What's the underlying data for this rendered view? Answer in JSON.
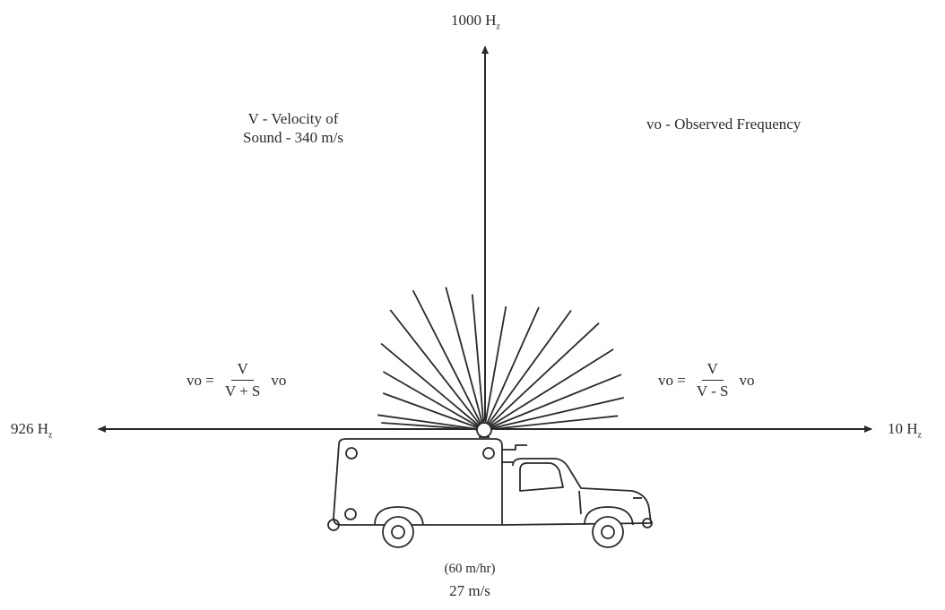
{
  "labels": {
    "top_freq": "1000 H",
    "top_freq_sub": "z",
    "left_freq": "926 H",
    "left_freq_sub": "z",
    "right_freq": "10 H",
    "right_freq_sub": "z",
    "velocity_line1": "V - Velocity of",
    "velocity_line2": "Sound - 340 m/s",
    "observed": "vo - Observed Frequency",
    "speed_line1": "(60 m/hr)",
    "speed_line2": "27 m/s"
  },
  "formulas": {
    "left": {
      "lhs": "vo =",
      "numerator": "V",
      "denominator": "V + S",
      "rhs": "vo"
    },
    "right": {
      "lhs": "vo =",
      "numerator": "V",
      "denominator": "V - S",
      "rhs": "vo"
    }
  },
  "colors": {
    "ink": "#2a2a2a",
    "background": "#ffffff"
  }
}
